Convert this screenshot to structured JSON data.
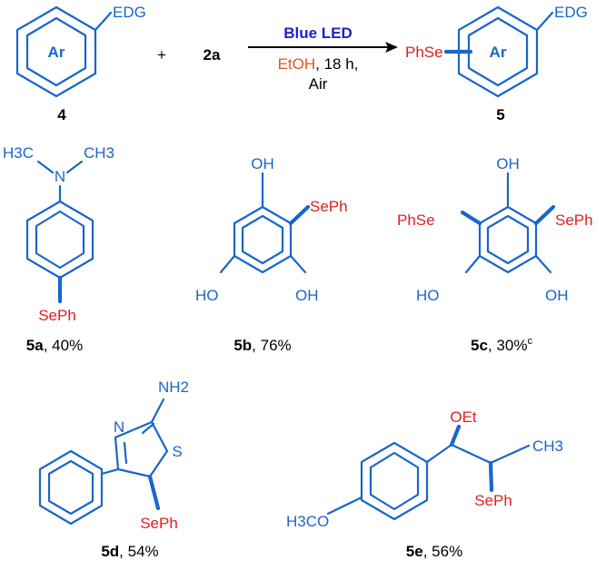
{
  "colors": {
    "structure": "#1a66c9",
    "selenium": "#e0201d",
    "solvent": "#e0541b",
    "condition": "#1a22c9",
    "text": "#000000"
  },
  "reaction": {
    "reactant_ring_label": "Ar",
    "reactant_substituent": "EDG",
    "plus": "+",
    "reagent": "2a",
    "conditions_top": "Blue LED",
    "solvent": "EtOH",
    "conditions_time": ", 18 h,",
    "conditions_atmosphere": "Air",
    "product_group": "PhSe",
    "product_ring_label": "Ar",
    "product_substituent": "EDG",
    "reactant_number": "4",
    "product_number": "5"
  },
  "products": {
    "p5a": {
      "h3c_left": "H3C",
      "nitrogen": "N",
      "ch3_right": "CH3",
      "sephe": "SePh",
      "id": "5a",
      "yield": ", 40%"
    },
    "p5b": {
      "oh_top": "OH",
      "sephe": "SePh",
      "ho_left": "HO",
      "oh_right": "OH",
      "id": "5b",
      "yield": ", 76%"
    },
    "p5c": {
      "oh_top": "OH",
      "phse_left": "PhSe",
      "sephe_right": "SePh",
      "ho_left": "HO",
      "oh_right": "OH",
      "id": "5c",
      "yield": ", 30%",
      "footnote": "c"
    },
    "p5d": {
      "nh2": "NH2",
      "n_ring": "N",
      "s_ring": "S",
      "sephe": "SePh",
      "id": "5d",
      "yield": ", 54%"
    },
    "p5e": {
      "oet": "OEt",
      "ch3": "CH3",
      "h3co": "H3CO",
      "sephe": "SePh",
      "id": "5e",
      "yield": ", 56%"
    }
  }
}
